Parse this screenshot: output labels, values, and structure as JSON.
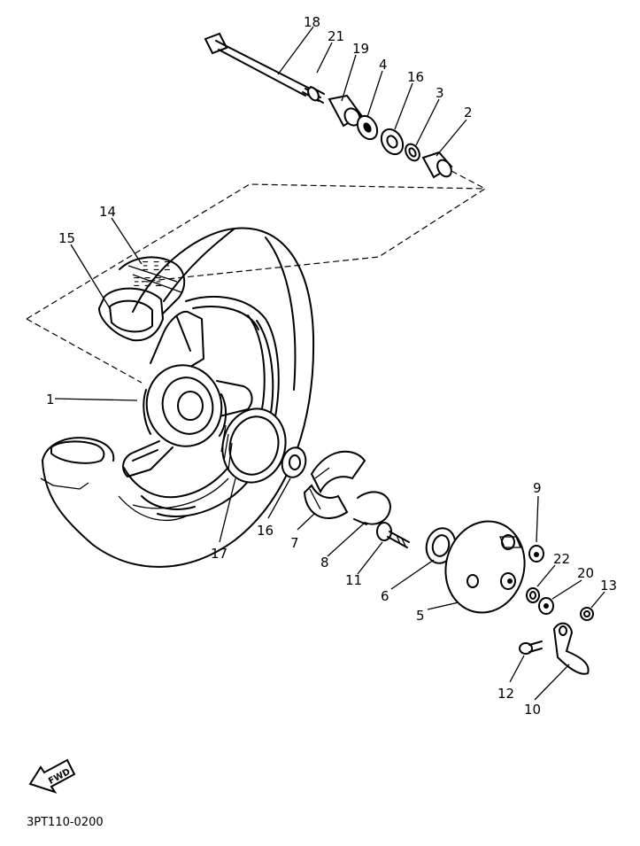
{
  "diagram": {
    "drawing_code": "3PT110-0200",
    "direction_label": "FWD",
    "callouts": [
      "18",
      "21",
      "19",
      "4",
      "16",
      "3",
      "2",
      "14",
      "15",
      "1",
      "16",
      "7",
      "17",
      "8",
      "11",
      "6",
      "5",
      "9",
      "22",
      "20",
      "13",
      "12",
      "10"
    ]
  }
}
